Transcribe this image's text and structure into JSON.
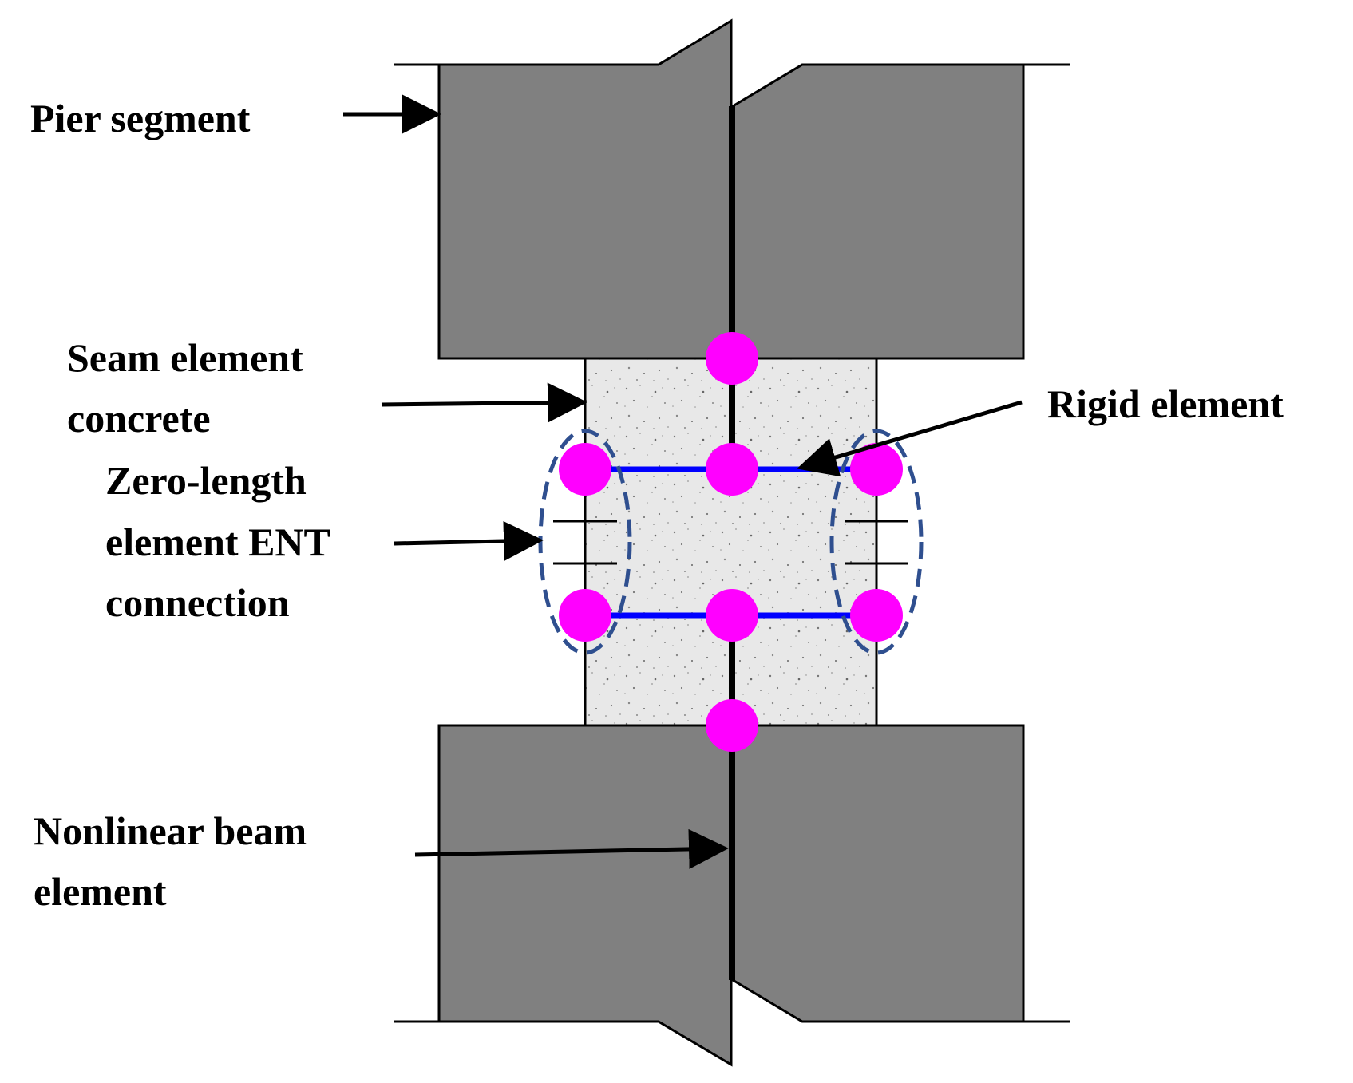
{
  "labels": {
    "pier_segment": "Pier segment",
    "seam_line1": "Seam element",
    "seam_line2": "concrete",
    "rigid": "Rigid element",
    "zero_line1": "Zero-length",
    "zero_line2": "element ENT",
    "zero_line3": "connection",
    "beam_line1": "Nonlinear beam",
    "beam_line2": "element"
  },
  "colors": {
    "segment_fill": "#808080",
    "outline": "#000000",
    "node": "#ff00ff",
    "rigid_link": "#0000ff",
    "ellipse": "#2f4f8f",
    "concrete": "#e6e6e6"
  }
}
